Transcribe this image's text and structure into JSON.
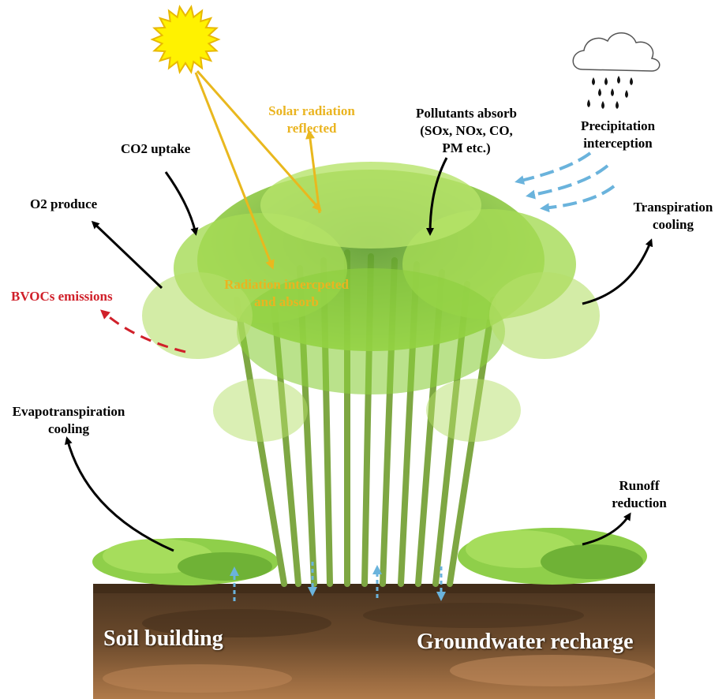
{
  "colors": {
    "sun": "#fff200",
    "sun_stroke": "#e8b800",
    "solar_arrow": "#e9b81e",
    "solar_text": "#eab420",
    "bvoc": "#d0202a",
    "water": "#6ab3dc",
    "arrow": "#000000",
    "soil": "#6b4a2c",
    "foliage": "#8ccf3e",
    "stem": "#7ea743"
  },
  "icons": [
    "sun-icon",
    "rain-cloud-icon"
  ],
  "labels": {
    "solar_reflected": "Solar radiation\nreflected",
    "co2_uptake": "CO2 uptake",
    "pollutants": "Pollutants absorb\n(SOx, NOx, CO,\nPM etc.)",
    "precipitation": "Precipitation\ninterception",
    "o2_produce": "O2 produce",
    "transpiration": "Transpiration\ncooling",
    "bvocs": "BVOCs emissions",
    "radiation_intercepted": "Radiation intercpeted\nand absorb",
    "evapotranspiration": "Evapotranspiration\ncooling",
    "runoff": "Runoff\nreduction",
    "soil_building": "Soil building",
    "groundwater": "Groundwater recharge"
  }
}
